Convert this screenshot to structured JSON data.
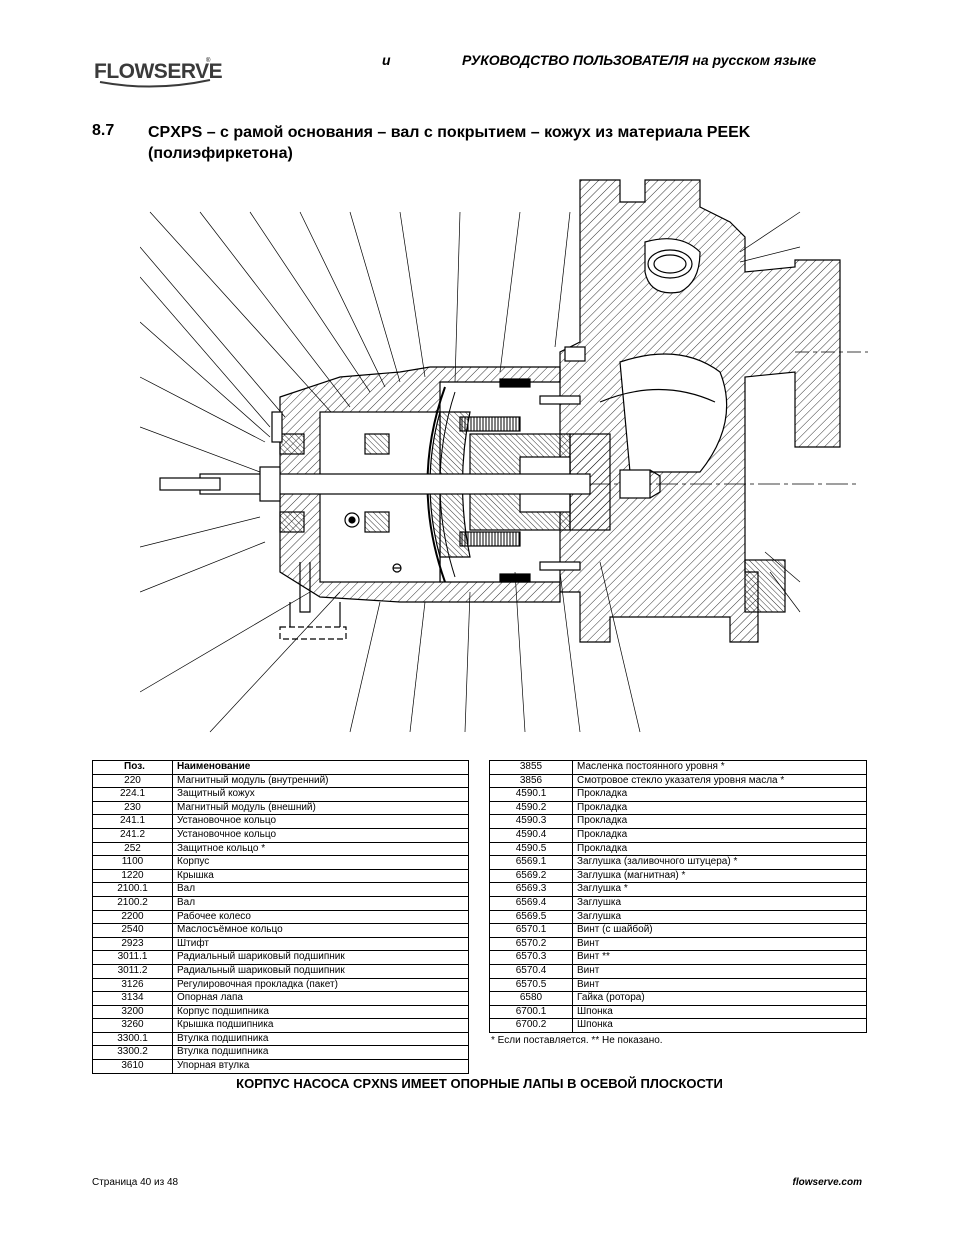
{
  "header": {
    "logo_text": "FLOWSERVE",
    "logo_tm": "®",
    "mark": "и",
    "title": "РУКОВОДСТВО ПОЛЬЗОВАТЕЛЯ на русском языке"
  },
  "section": {
    "number": "8.7",
    "title": "CPXPS – с рамой основания – вал с покрытием – кожух из материала PEEK (полиэфиркетона)"
  },
  "table_headers": {
    "pos": "Поз.",
    "name": "Наименование"
  },
  "parts_left": [
    {
      "pos": "220",
      "name": "Магнитный модуль (внутренний)"
    },
    {
      "pos": "224.1",
      "name": "Защитный кожух"
    },
    {
      "pos": "230",
      "name": "Магнитный модуль (внешний)"
    },
    {
      "pos": "241.1",
      "name": "Установочное кольцо"
    },
    {
      "pos": "241.2",
      "name": "Установочное кольцо"
    },
    {
      "pos": "252",
      "name": "Защитное кольцо *"
    },
    {
      "pos": "1100",
      "name": "Корпус"
    },
    {
      "pos": "1220",
      "name": "Крышка"
    },
    {
      "pos": "2100.1",
      "name": "Вал"
    },
    {
      "pos": "2100.2",
      "name": "Вал"
    },
    {
      "pos": "2200",
      "name": "Рабочее колесо"
    },
    {
      "pos": "2540",
      "name": "Маслосъёмное кольцо"
    },
    {
      "pos": "2923",
      "name": "Штифт"
    },
    {
      "pos": "3011.1",
      "name": "Радиальный шариковый подшипник"
    },
    {
      "pos": "3011.2",
      "name": "Радиальный шариковый подшипник"
    },
    {
      "pos": "3126",
      "name": "Регулировочная прокладка (пакет)"
    },
    {
      "pos": "3134",
      "name": "Опорная лапа"
    },
    {
      "pos": "3200",
      "name": "Корпус подшипника"
    },
    {
      "pos": "3260",
      "name": "Крышка подшипника"
    },
    {
      "pos": "3300.1",
      "name": "Втулка подшипника"
    },
    {
      "pos": "3300.2",
      "name": "Втулка подшипника"
    },
    {
      "pos": "3610",
      "name": "Упорная втулка"
    }
  ],
  "parts_right": [
    {
      "pos": "3855",
      "name": "Масленка постоянного уровня *"
    },
    {
      "pos": "3856",
      "name": "Смотровое стекло указателя уровня масла *"
    },
    {
      "pos": "4590.1",
      "name": "Прокладка"
    },
    {
      "pos": "4590.2",
      "name": "Прокладка"
    },
    {
      "pos": "4590.3",
      "name": "Прокладка"
    },
    {
      "pos": "4590.4",
      "name": "Прокладка"
    },
    {
      "pos": "4590.5",
      "name": "Прокладка"
    },
    {
      "pos": "6569.1",
      "name": "Заглушка (заливочного штуцера) *"
    },
    {
      "pos": "6569.2",
      "name": "Заглушка (магнитная) *"
    },
    {
      "pos": "6569.3",
      "name": "Заглушка *"
    },
    {
      "pos": "6569.4",
      "name": "Заглушка"
    },
    {
      "pos": "6569.5",
      "name": "Заглушка"
    },
    {
      "pos": "6570.1",
      "name": "Винт (с шайбой)"
    },
    {
      "pos": "6570.2",
      "name": "Винт"
    },
    {
      "pos": "6570.3",
      "name": "Винт  **"
    },
    {
      "pos": "6570.4",
      "name": "Винт"
    },
    {
      "pos": "6570.5",
      "name": "Винт"
    },
    {
      "pos": "6580",
      "name": "Гайка (ротора)"
    },
    {
      "pos": "6700.1",
      "name": "Шпонка"
    },
    {
      "pos": "6700.2",
      "name": "Шпонка"
    }
  ],
  "footnote": "* Если поставляется.  ** Не показано.",
  "caption": "КОРПУС НАСОСА CPXNS ИМЕЕТ ОПОРНЫЕ ЛАПЫ В ОСЕВОЙ ПЛОСКОСТИ",
  "footer": {
    "page": "Страница 40 из 48",
    "site": "flowserve.com"
  }
}
